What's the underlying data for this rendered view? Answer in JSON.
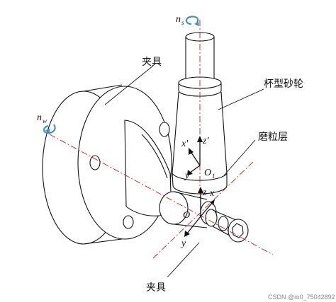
{
  "labels": {
    "fixture_top": "夹具",
    "fixture_bottom": "夹具",
    "cup_wheel": "杯型砂轮",
    "abrasive_layer": "磨粒层"
  },
  "symbols": {
    "ns_main": "n",
    "ns_sub": "s",
    "nw_main": "n",
    "nw_sub": "w",
    "o1_main": "O",
    "o1_sub": "1",
    "origin": "O",
    "x_prime": "x'",
    "y_prime": "y'",
    "z_prime": "z'",
    "x_axis": "x",
    "y_axis": "y",
    "z_axis": "z"
  },
  "watermark": "CSDN @m0_75042892",
  "colors": {
    "centerline": "#d11a1a",
    "rotation_arrow": "#4a8fc0",
    "ink": "#111111"
  }
}
